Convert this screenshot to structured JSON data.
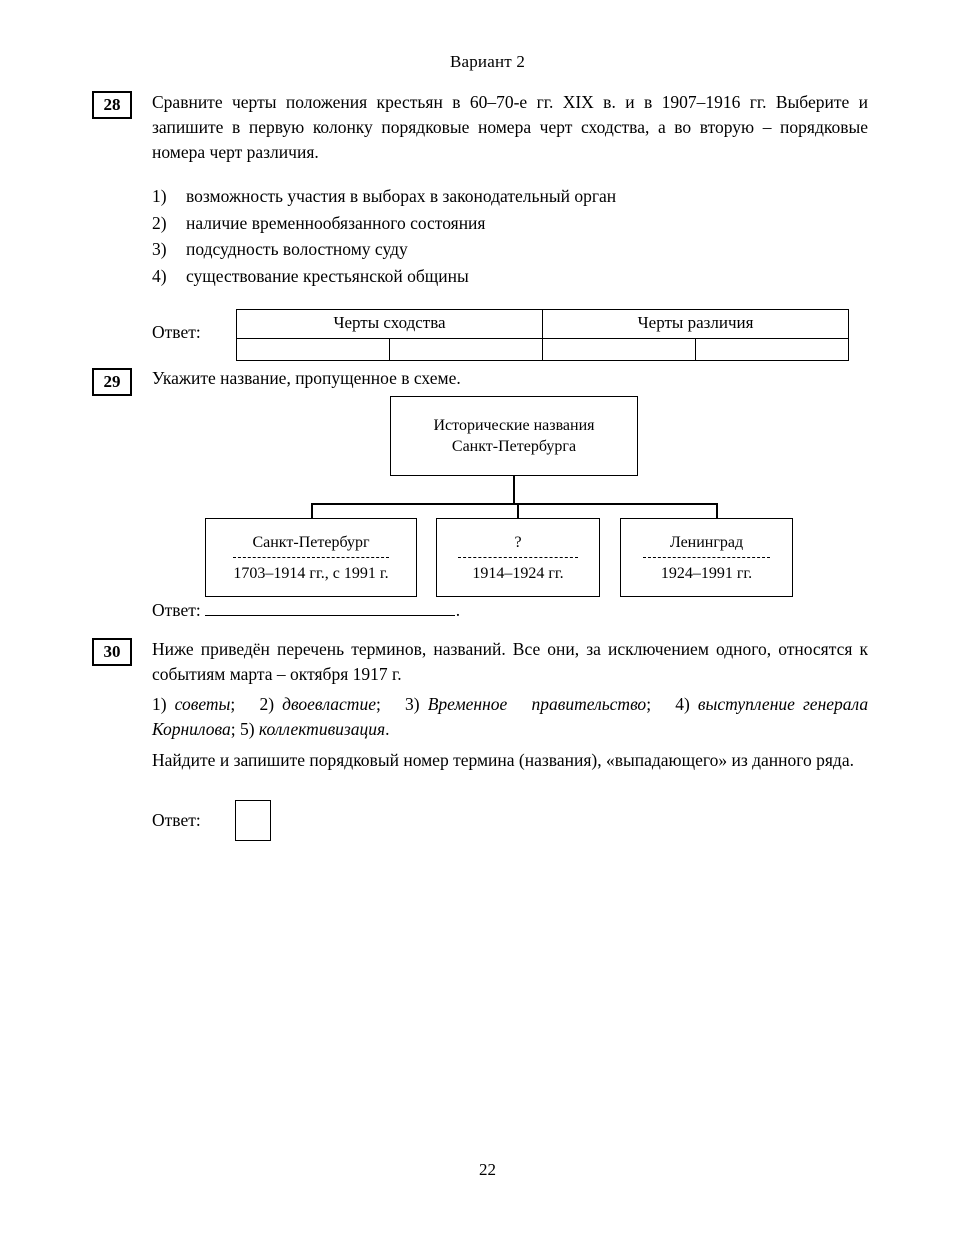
{
  "header": {
    "variant_title": "Вариант 2"
  },
  "footer": {
    "page_number": "22"
  },
  "questions": {
    "q28": {
      "number": "28",
      "prompt": "Сравните черты положения крестьян в 60–70-е гг. XIX в. и в 1907–1916 гг. Выберите и запишите в первую колонку порядковые номера черт сходства, а во вторую – порядковые номера черт различия.",
      "options": [
        {
          "marker": "1)",
          "text": "возможность участия в выборах в законодательный орган"
        },
        {
          "marker": "2)",
          "text": "наличие временнообязанного состояния"
        },
        {
          "marker": "3)",
          "text": "подсудность волостному суду"
        },
        {
          "marker": "4)",
          "text": "существование крестьянской общины"
        }
      ],
      "answer_label": "Ответ:",
      "table": {
        "headers": [
          "Черты сходства",
          "Черты различия"
        ],
        "cells": [
          "",
          "",
          "",
          ""
        ]
      }
    },
    "q29": {
      "number": "29",
      "prompt": "Укажите название, пропущенное в схеме.",
      "scheme": {
        "root": {
          "line1": "Исторические названия",
          "line2": "Санкт-Петербурга"
        },
        "leaves": [
          {
            "name": "Санкт-Петербург",
            "period": "1703–1914 гг., с 1991 г."
          },
          {
            "name": "?",
            "period": "1914–1924 гг."
          },
          {
            "name": "Ленинград",
            "period": "1924–1991 гг."
          }
        ]
      },
      "answer_label": "Ответ:",
      "answer_suffix": "."
    },
    "q30": {
      "number": "30",
      "prompt": "Ниже приведён перечень терминов, названий. Все они, за исключением одного, относятся к событиям марта – октября 1917 г.",
      "terms_line1_a": "1) ",
      "terms_line1_a_i": "советы",
      "terms_line1_b": ";",
      "terms_line1_c": "2) ",
      "terms_line1_c_i": "двоевластие",
      "terms_line1_d": ";",
      "terms_line1_e": "3) ",
      "terms_line1_e_i": "Временное",
      "terms_line1_f": "правительство",
      "terms_line1_g": ";",
      "terms_line1_h": "4) ",
      "terms_line1_h_i": "выступление",
      "terms_line2_a_i": "генерала Корнилова",
      "terms_line2_b": "; 5) ",
      "terms_line2_c_i": "коллективизация",
      "terms_line2_d": ".",
      "instruction": "Найдите и запишите порядковый номер термина (названия), «выпадающего» из данного ряда.",
      "answer_label": "Ответ:",
      "answer_value": ""
    }
  }
}
